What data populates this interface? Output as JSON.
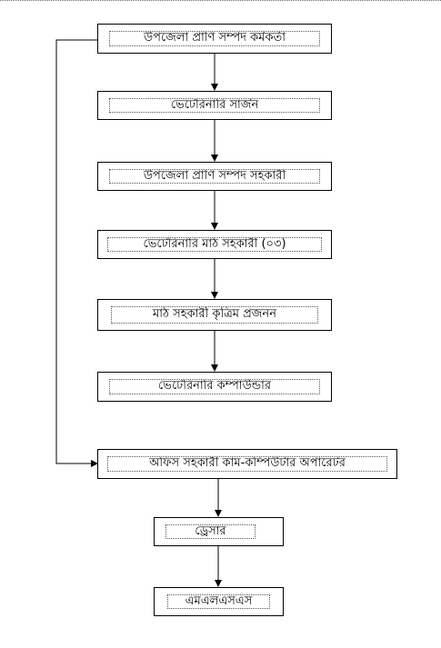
{
  "chart": {
    "nodes": [
      {
        "label": "উপজেলা প্রাণি সম্পদ কর্মকর্তা"
      },
      {
        "label": "ভেটেরিনারি সার্জন"
      },
      {
        "label": "উপজেলা প্রাণি সম্পদ সহকারী"
      },
      {
        "label": "ভেটেরিনারি মাঠ সহকারী (০৩)"
      },
      {
        "label": "মাঠ সহকারী কৃত্রিম প্রজনন"
      },
      {
        "label": "ভেটেরিনারি কম্পাউন্ডার"
      },
      {
        "label": "অফিস সহকারী কাম-কম্পিউটার অপারেটর"
      },
      {
        "label": "ড্রেসার"
      },
      {
        "label": "এমএলএসএস"
      }
    ],
    "colors": {
      "line": "#000000",
      "box_border": "#000000",
      "inner_border": "#555555"
    }
  }
}
